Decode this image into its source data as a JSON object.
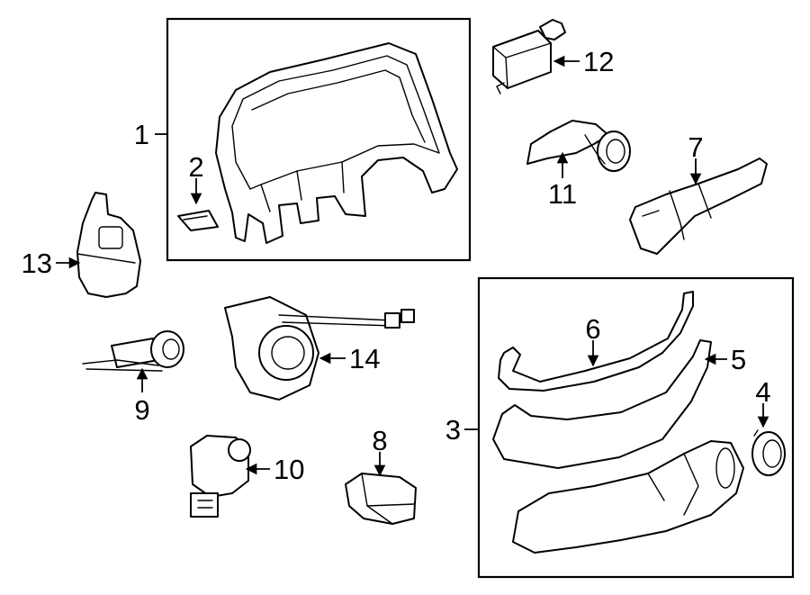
{
  "diagram": {
    "callouts": [
      "1",
      "2",
      "3",
      "4",
      "5",
      "6",
      "7",
      "8",
      "9",
      "10",
      "11",
      "12",
      "13",
      "14"
    ]
  }
}
